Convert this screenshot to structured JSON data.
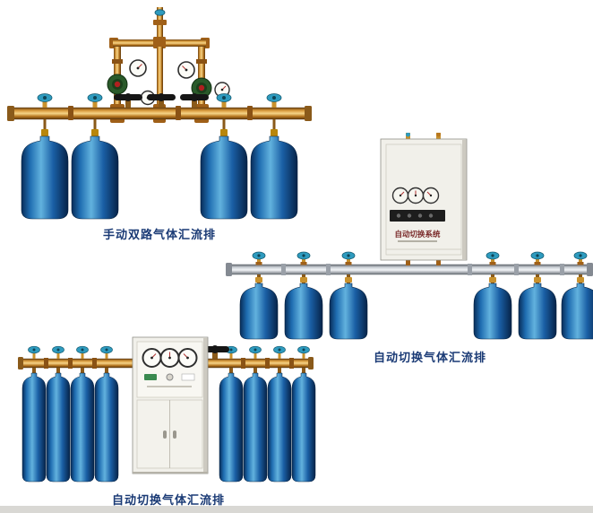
{
  "page": {
    "background_color": "#ffffff",
    "footer_strip_color": "#d9d8d4"
  },
  "colors": {
    "caption_text": "#1a3a75",
    "brass_pipe": "#d89a3c",
    "aluminum_pipe": "#cfd4da",
    "cylinder_blue": "#1663ad",
    "valve_teal": "#2e9bbf",
    "cabinet_white": "#f1f0ea",
    "handwheel_black": "#161616",
    "regulator_green": "#2a5a2a"
  },
  "products": [
    {
      "caption": "手动双路气体汇流排",
      "cylinder_count": 4
    },
    {
      "caption": "自动切换气体汇流排",
      "cylinder_count": 6,
      "cabinet_label": "自动切换系统"
    },
    {
      "caption": "自动切换气体汇流排",
      "cylinder_count": 8
    }
  ]
}
